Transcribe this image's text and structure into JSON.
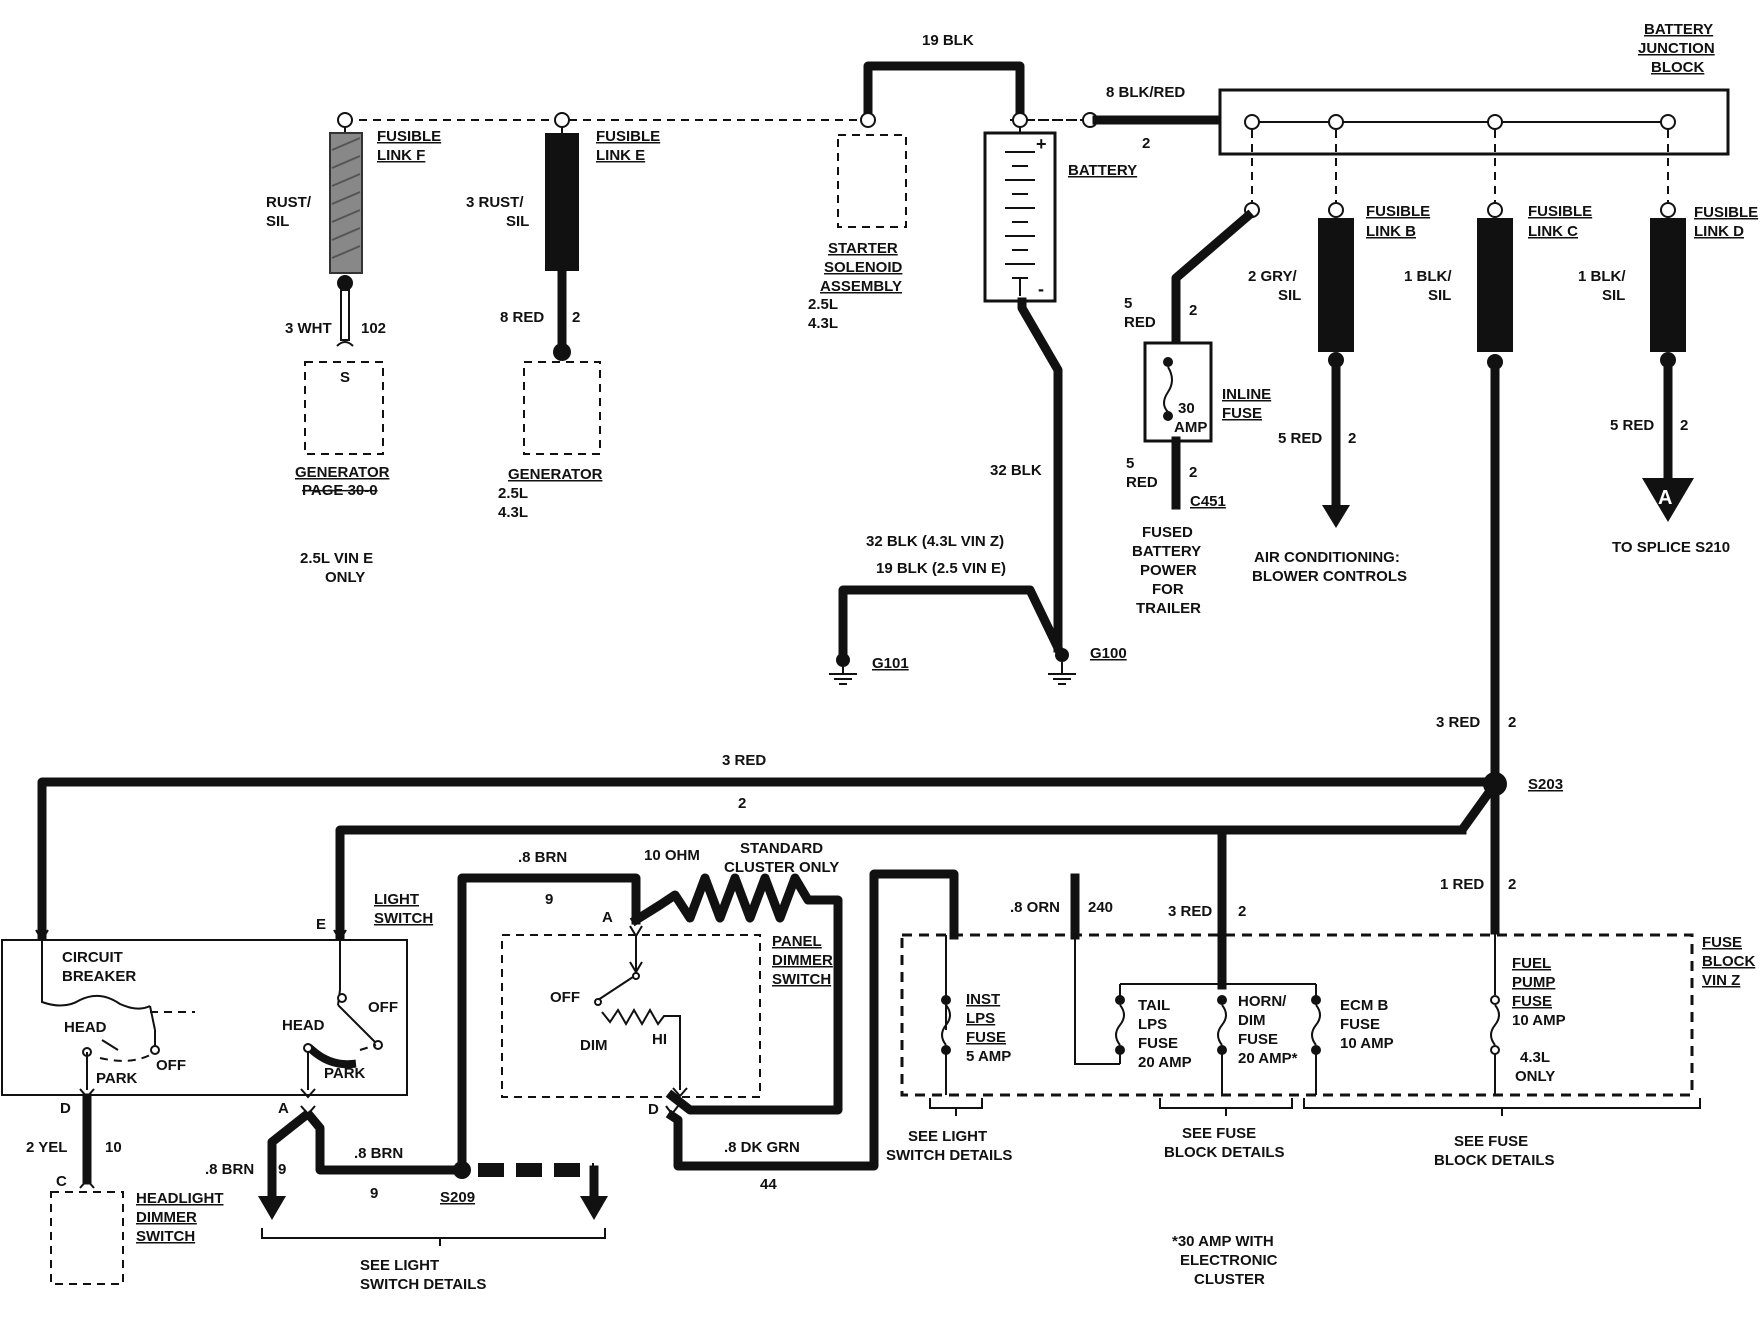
{
  "title": "",
  "labels": {
    "jb_1": "BATTERY",
    "jb_2": "JUNCTION",
    "jb_3": "BLOCK",
    "w_19blk_top": "19 BLK",
    "w_8blkred": "8 BLK/RED",
    "w_2_jb": "2",
    "fl_f_1": "FUSIBLE",
    "fl_f_2": "LINK F",
    "fl_e_1": "FUSIBLE",
    "fl_e_2": "LINK E",
    "rust_sil_1": "RUST/",
    "rust_sil_2": "SIL",
    "rust3_sil_1": "3 RUST/",
    "rust3_sil_2": "SIL",
    "w_3wht": "3 WHT",
    "w_102": "102",
    "s_pin": "S",
    "w_8red": "8 RED",
    "w_2_gen": "2",
    "gen1": "GENERATOR",
    "gen1_page": "PAGE 30-0",
    "gen2": "GENERATOR",
    "gen2_e1": "2.5L",
    "gen2_e2": "4.3L",
    "vin_e_1": "2.5L  VIN E",
    "vin_e_2": "ONLY",
    "ss_1": "STARTER",
    "ss_2": "SOLENOID",
    "ss_3": "ASSEMBLY",
    "ss_e1": "2.5L",
    "ss_e2": "4.3L",
    "battery": "BATTERY",
    "bat_plus": "+",
    "bat_minus": "-",
    "w_32blk": "32 BLK",
    "w_32blk_vinz": "32 BLK (4.3L VIN Z)",
    "w_19blk_vine": "19 BLK (2.5 VIN E)",
    "g101": "G101",
    "g100": "G100",
    "w_5red_a": "5",
    "w_5red_b": "RED",
    "w_2_if": "2",
    "if_30": "30",
    "if_amp": "AMP",
    "inline_1": "INLINE",
    "inline_2": "FUSE",
    "w_5red_c": "5",
    "w_5red_d": "RED",
    "w_2_c451": "2",
    "c451": "C451",
    "fbp_1": "FUSED",
    "fbp_2": "BATTERY",
    "fbp_3": "POWER",
    "fbp_4": "FOR",
    "fbp_5": "TRAILER",
    "fl_b_1": "FUSIBLE",
    "fl_b_2": "LINK B",
    "gry_1": "2 GRY/",
    "gry_2": "SIL",
    "w_5red_ac": "5 RED",
    "w_2_ac": "2",
    "ac_1": "AIR CONDITIONING:",
    "ac_2": "BLOWER CONTROLS",
    "fl_c_1": "FUSIBLE",
    "fl_c_2": "LINK C",
    "blk1_1": "1 BLK/",
    "blk1_2": "SIL",
    "fl_d_1": "FUSIBLE",
    "fl_d_2": "LINK D",
    "blk1d_1": "1 BLK/",
    "blk1d_2": "SIL",
    "w_5red_s210": "5 RED",
    "w_2_s210": "2",
    "conn_a": "A",
    "to_s210": "TO SPLICE S210",
    "w_3red_top": "3 RED",
    "w_2_s203": "2",
    "w_3red_bus": "3 RED",
    "w_2_bus": "2",
    "s203": "S203",
    "cb_1": "CIRCUIT",
    "cb_2": "BREAKER",
    "head_l": "HEAD",
    "park_l": "PARK",
    "off_l": "OFF",
    "head_r": "HEAD",
    "park_r": "PARK",
    "off_r": "OFF",
    "pin_e": "E",
    "ls_1": "LIGHT",
    "ls_2": "SWITCH",
    "pin_d": "D",
    "w_2yel": "2 YEL",
    "w_10": "10",
    "pin_c": "C",
    "hd_1": "HEADLIGHT",
    "hd_2": "DIMMER",
    "hd_3": "SWITCH",
    "pin_a": "A",
    "w_8brn_l": ".8 BRN",
    "w_9_l": "9",
    "w_8brn_m": ".8 BRN",
    "w_9_m": "9",
    "s209": "S209",
    "see_ls_1": "SEE LIGHT",
    "see_ls_2": "SWITCH DETAILS",
    "w_8brn_top": ".8 BRN",
    "w_9_top": "9",
    "ohm": "10  OHM",
    "std_1": "STANDARD",
    "std_2": "CLUSTER ONLY",
    "pin_a2": "A",
    "pd_1": "PANEL",
    "pd_2": "DIMMER",
    "pd_3": "SWITCH",
    "pd_off": "OFF",
    "pd_dim": "DIM",
    "pd_hi": "HI",
    "pin_d2": "D",
    "w_8dkgrn": ".8 DK GRN",
    "w_44": "44",
    "see_ls2_1": "SEE LIGHT",
    "see_ls2_2": "SWITCH DETAILS",
    "w_8orn": ".8 ORN",
    "w_240": "240",
    "w_3red_h": "3 RED",
    "w_2_h": "2",
    "w_1red": "1 RED",
    "w_2_1red": "2",
    "inst_1": "INST",
    "inst_2": "LPS",
    "inst_3": "FUSE",
    "inst_4": "5 AMP",
    "tail_1": "TAIL",
    "tail_2": "LPS",
    "tail_3": "FUSE",
    "tail_4": "20 AMP",
    "horn_1": "HORN/",
    "horn_2": "DIM",
    "horn_3": "FUSE",
    "horn_4": "20 AMP*",
    "ecm_1": "ECM B",
    "ecm_2": "FUSE",
    "ecm_3": "10 AMP",
    "fp_1": "FUEL",
    "fp_2": "PUMP",
    "fp_3": "FUSE",
    "fp_4": "10 AMP",
    "fp_5": "4.3L",
    "fp_6": "ONLY",
    "fbz_1": "FUSE",
    "fbz_2": "BLOCK",
    "fbz_3": "VIN Z",
    "sfb1_1": "SEE FUSE",
    "sfb1_2": "BLOCK DETAILS",
    "sfb2_1": "SEE FUSE",
    "sfb2_2": "BLOCK DETAILS",
    "note_1": "*30 AMP WITH",
    "note_2": "ELECTRONIC",
    "note_3": "CLUSTER"
  }
}
